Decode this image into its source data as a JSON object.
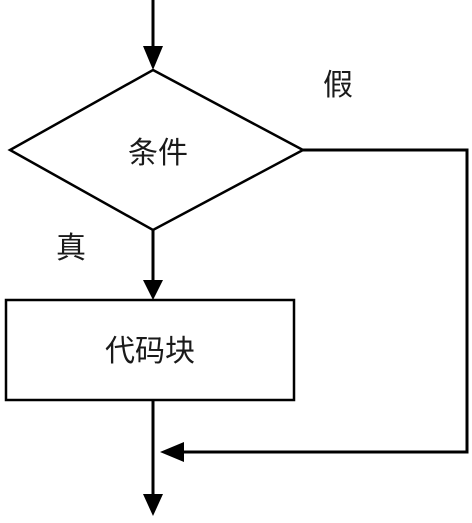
{
  "diagram": {
    "type": "flowchart",
    "nodes": {
      "condition": {
        "shape": "diamond",
        "label": "条件"
      },
      "code_block": {
        "shape": "rectangle",
        "label": "代码块"
      }
    },
    "edges": {
      "true_branch": {
        "from": "condition",
        "to": "code_block",
        "label": "真"
      },
      "false_branch": {
        "from": "condition",
        "to": "merge",
        "label": "假"
      }
    }
  }
}
